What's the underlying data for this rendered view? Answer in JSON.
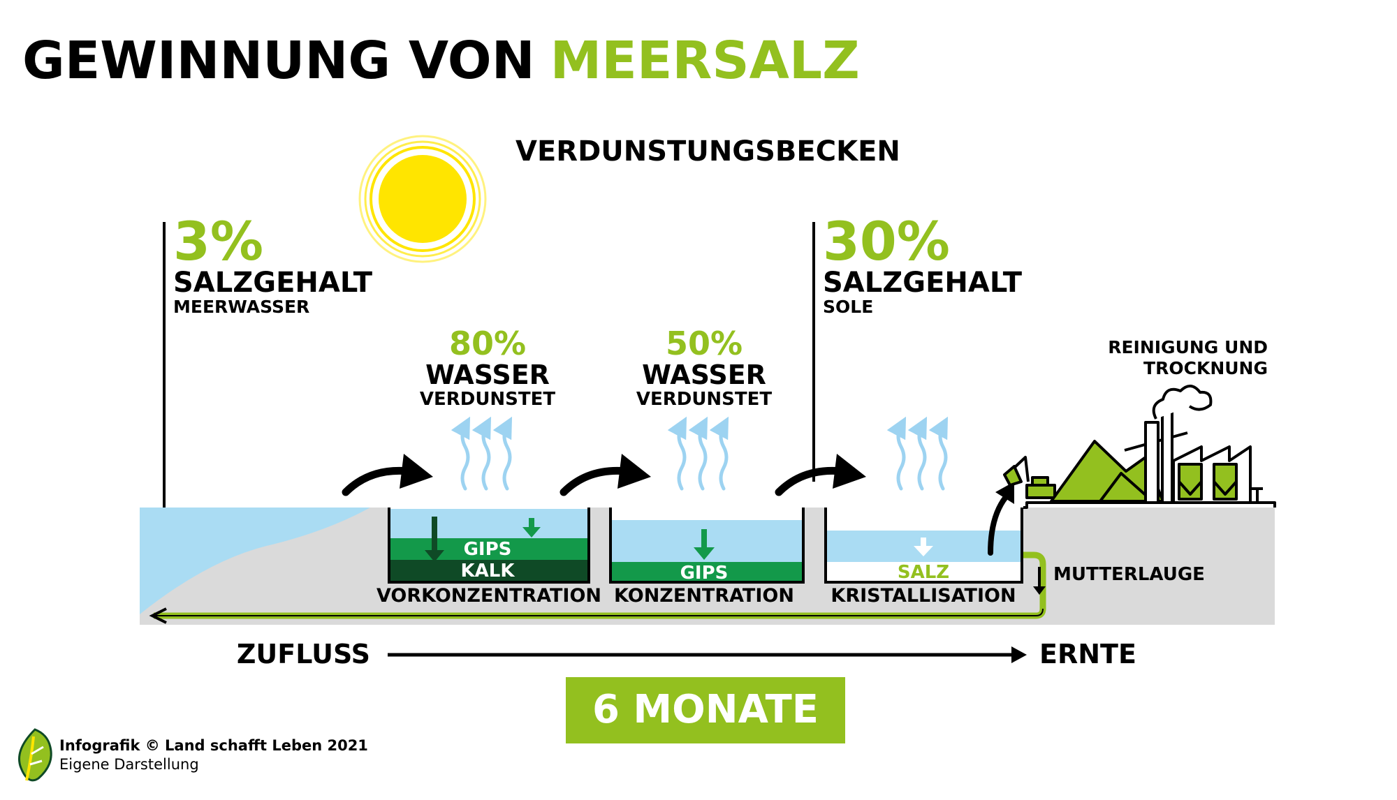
{
  "title": {
    "part1": "GEWINNUNG VON",
    "part2": "MEERSALZ"
  },
  "colors": {
    "green": "#93c01f",
    "dark_green": "#0f4a26",
    "mid_green": "#13994a",
    "water": "#aadcf3",
    "ground": "#dadada",
    "sun": "#ffe500",
    "steam": "#9dd3f1",
    "text": "#000000"
  },
  "section_heading": "VERDUNSTUNGSBECKEN",
  "left_stat": {
    "value": "3%",
    "label": "SALZGEHALT",
    "sublabel": "MEERWASSER"
  },
  "right_stat": {
    "value": "30%",
    "label": "SALZGEHALT",
    "sublabel": "SOLE"
  },
  "pond1": {
    "percent": "80%",
    "label": "WASSER",
    "sublabel": "VERDUNSTET",
    "layer_top": "GIPS",
    "layer_bottom": "KALK",
    "name": "VORKONZENTRATION"
  },
  "pond2": {
    "percent": "50%",
    "label": "WASSER",
    "sublabel": "VERDUNSTET",
    "layer": "GIPS",
    "name": "KONZENTRATION"
  },
  "pond3": {
    "layer": "SALZ",
    "name": "KRISTALLISATION"
  },
  "factory_label": {
    "line1": "REINIGUNG UND",
    "line2": "TROCKNUNG"
  },
  "mutterlauge": "MUTTERLAUGE",
  "timeline": {
    "start": "ZUFLUSS",
    "end": "ERNTE",
    "duration": "6 MONATE"
  },
  "credit": {
    "line1": "Infografik © Land schafft Leben 2021",
    "line2": "Eigene Darstellung"
  },
  "icons": {
    "logo": "leaf-logo-icon",
    "sun": "sun-icon",
    "steam": "steam-icon",
    "factory": "factory-icon",
    "excavator": "excavator-icon"
  }
}
